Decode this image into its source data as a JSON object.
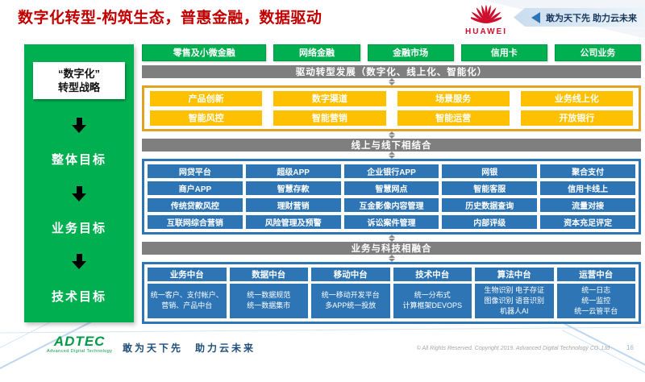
{
  "header": {
    "title": "数字化转型-构筑生态，普惠金融，数据驱动",
    "brand": "HUAWEI",
    "ribbon": "敢为天下先 助力云未来"
  },
  "colors": {
    "green": "#00B050",
    "yellow": "#FFC000",
    "blue": "#2E75B6",
    "gray_bar": "#7F7F7F",
    "title_red": "#C00000"
  },
  "sidebar": {
    "strategy": "“数字化”\n转型战略",
    "goals": [
      "整体目标",
      "业务目标",
      "技术目标"
    ]
  },
  "top_row": [
    "零售及小微金融",
    "网络金融",
    "金融市场",
    "信用卡",
    "公司业务"
  ],
  "bars": {
    "drive": "驱动转型发展（数字化、线上化、智能化）",
    "online_offline": "线上与线下相结合",
    "tech_fusion": "业务与科技相融合"
  },
  "yellow_rows": [
    [
      "产品创新",
      "数字渠道",
      "场景服务",
      "业务线上化"
    ],
    [
      "智能风控",
      "智能营销",
      "智能运营",
      "开放银行"
    ]
  ],
  "blue_grid": [
    [
      "网贷平台",
      "超级APP",
      "企业银行APP",
      "网银",
      "聚合支付"
    ],
    [
      "商户APP",
      "智慧存款",
      "智慧网点",
      "智能客服",
      "信用卡线上"
    ],
    [
      "传统贷款风控",
      "理财营销",
      "互金影像内容管理",
      "历史数据查询",
      "流量对接"
    ],
    [
      "互联网综合营销",
      "风险管理及预警",
      "诉讼案件管理",
      "内部评级",
      "资本充足评定"
    ]
  ],
  "platforms": [
    {
      "title": "业务中台",
      "body": "统一客户、支付帐户、营销、产品中台"
    },
    {
      "title": "数据中台",
      "body": "统一数据规范\n统一数据集市"
    },
    {
      "title": "移动中台",
      "body": "统一移动开发平台\n多APP统一投放"
    },
    {
      "title": "技术中台",
      "body": "统一分布式\n计算框架DEVOPS"
    },
    {
      "title": "算法中台",
      "body": "生物识别 电子存证\n图像识别 语音识别\n机器人AI"
    },
    {
      "title": "运营中台",
      "body": "统一日志\n统一监控\n统一云管平台"
    }
  ],
  "footer": {
    "logo": "ADTEC",
    "logo_sub": "Advanced Digital Technology",
    "slogan": "敢为天下先　助力云未来",
    "copyright": "© All Rights Reserved. Copyright 2019. Advanced Digital Technology CO.,Ltd",
    "page": "16"
  }
}
